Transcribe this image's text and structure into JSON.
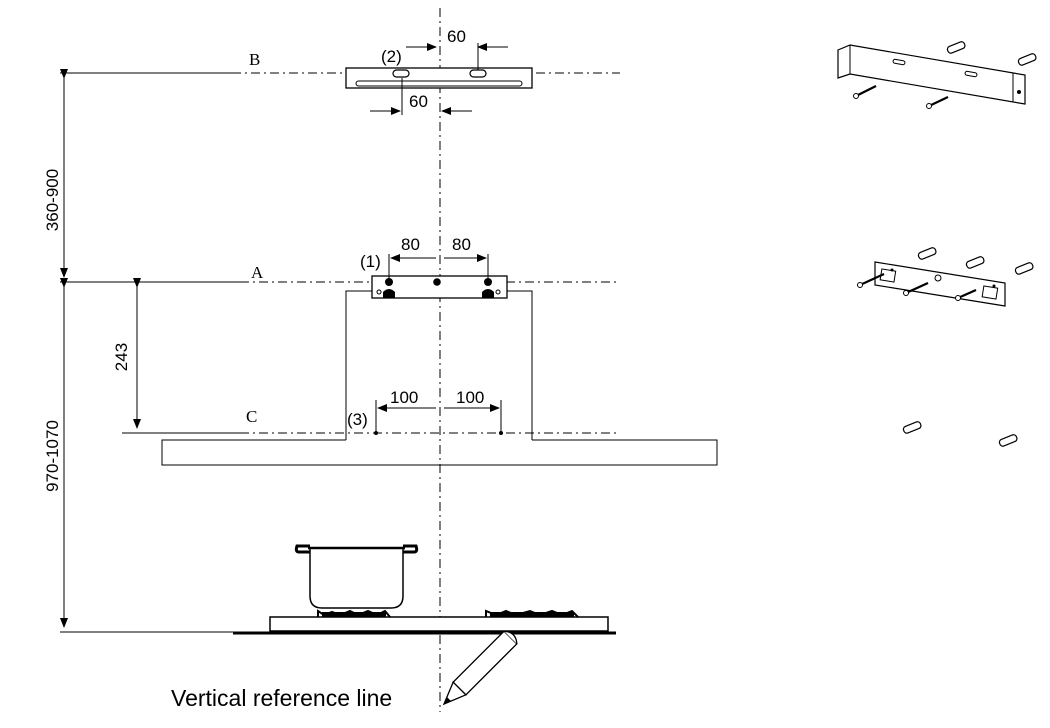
{
  "diagram": {
    "levels": {
      "b": "B",
      "a": "A",
      "c": "C"
    },
    "callouts": {
      "part1": "(1)",
      "part2": "(2)",
      "part3": "(3)"
    },
    "dimensions": {
      "b_top_spacing": "60",
      "b_bottom_spacing": "60",
      "a_left_spacing": "80",
      "a_right_spacing": "80",
      "c_left_spacing": "100",
      "c_right_spacing": "100",
      "height_b_to_a": "360-900",
      "height_a_to_c": "243",
      "height_a_to_hob": "970-1070"
    },
    "reference_caption": "Vertical reference line"
  }
}
